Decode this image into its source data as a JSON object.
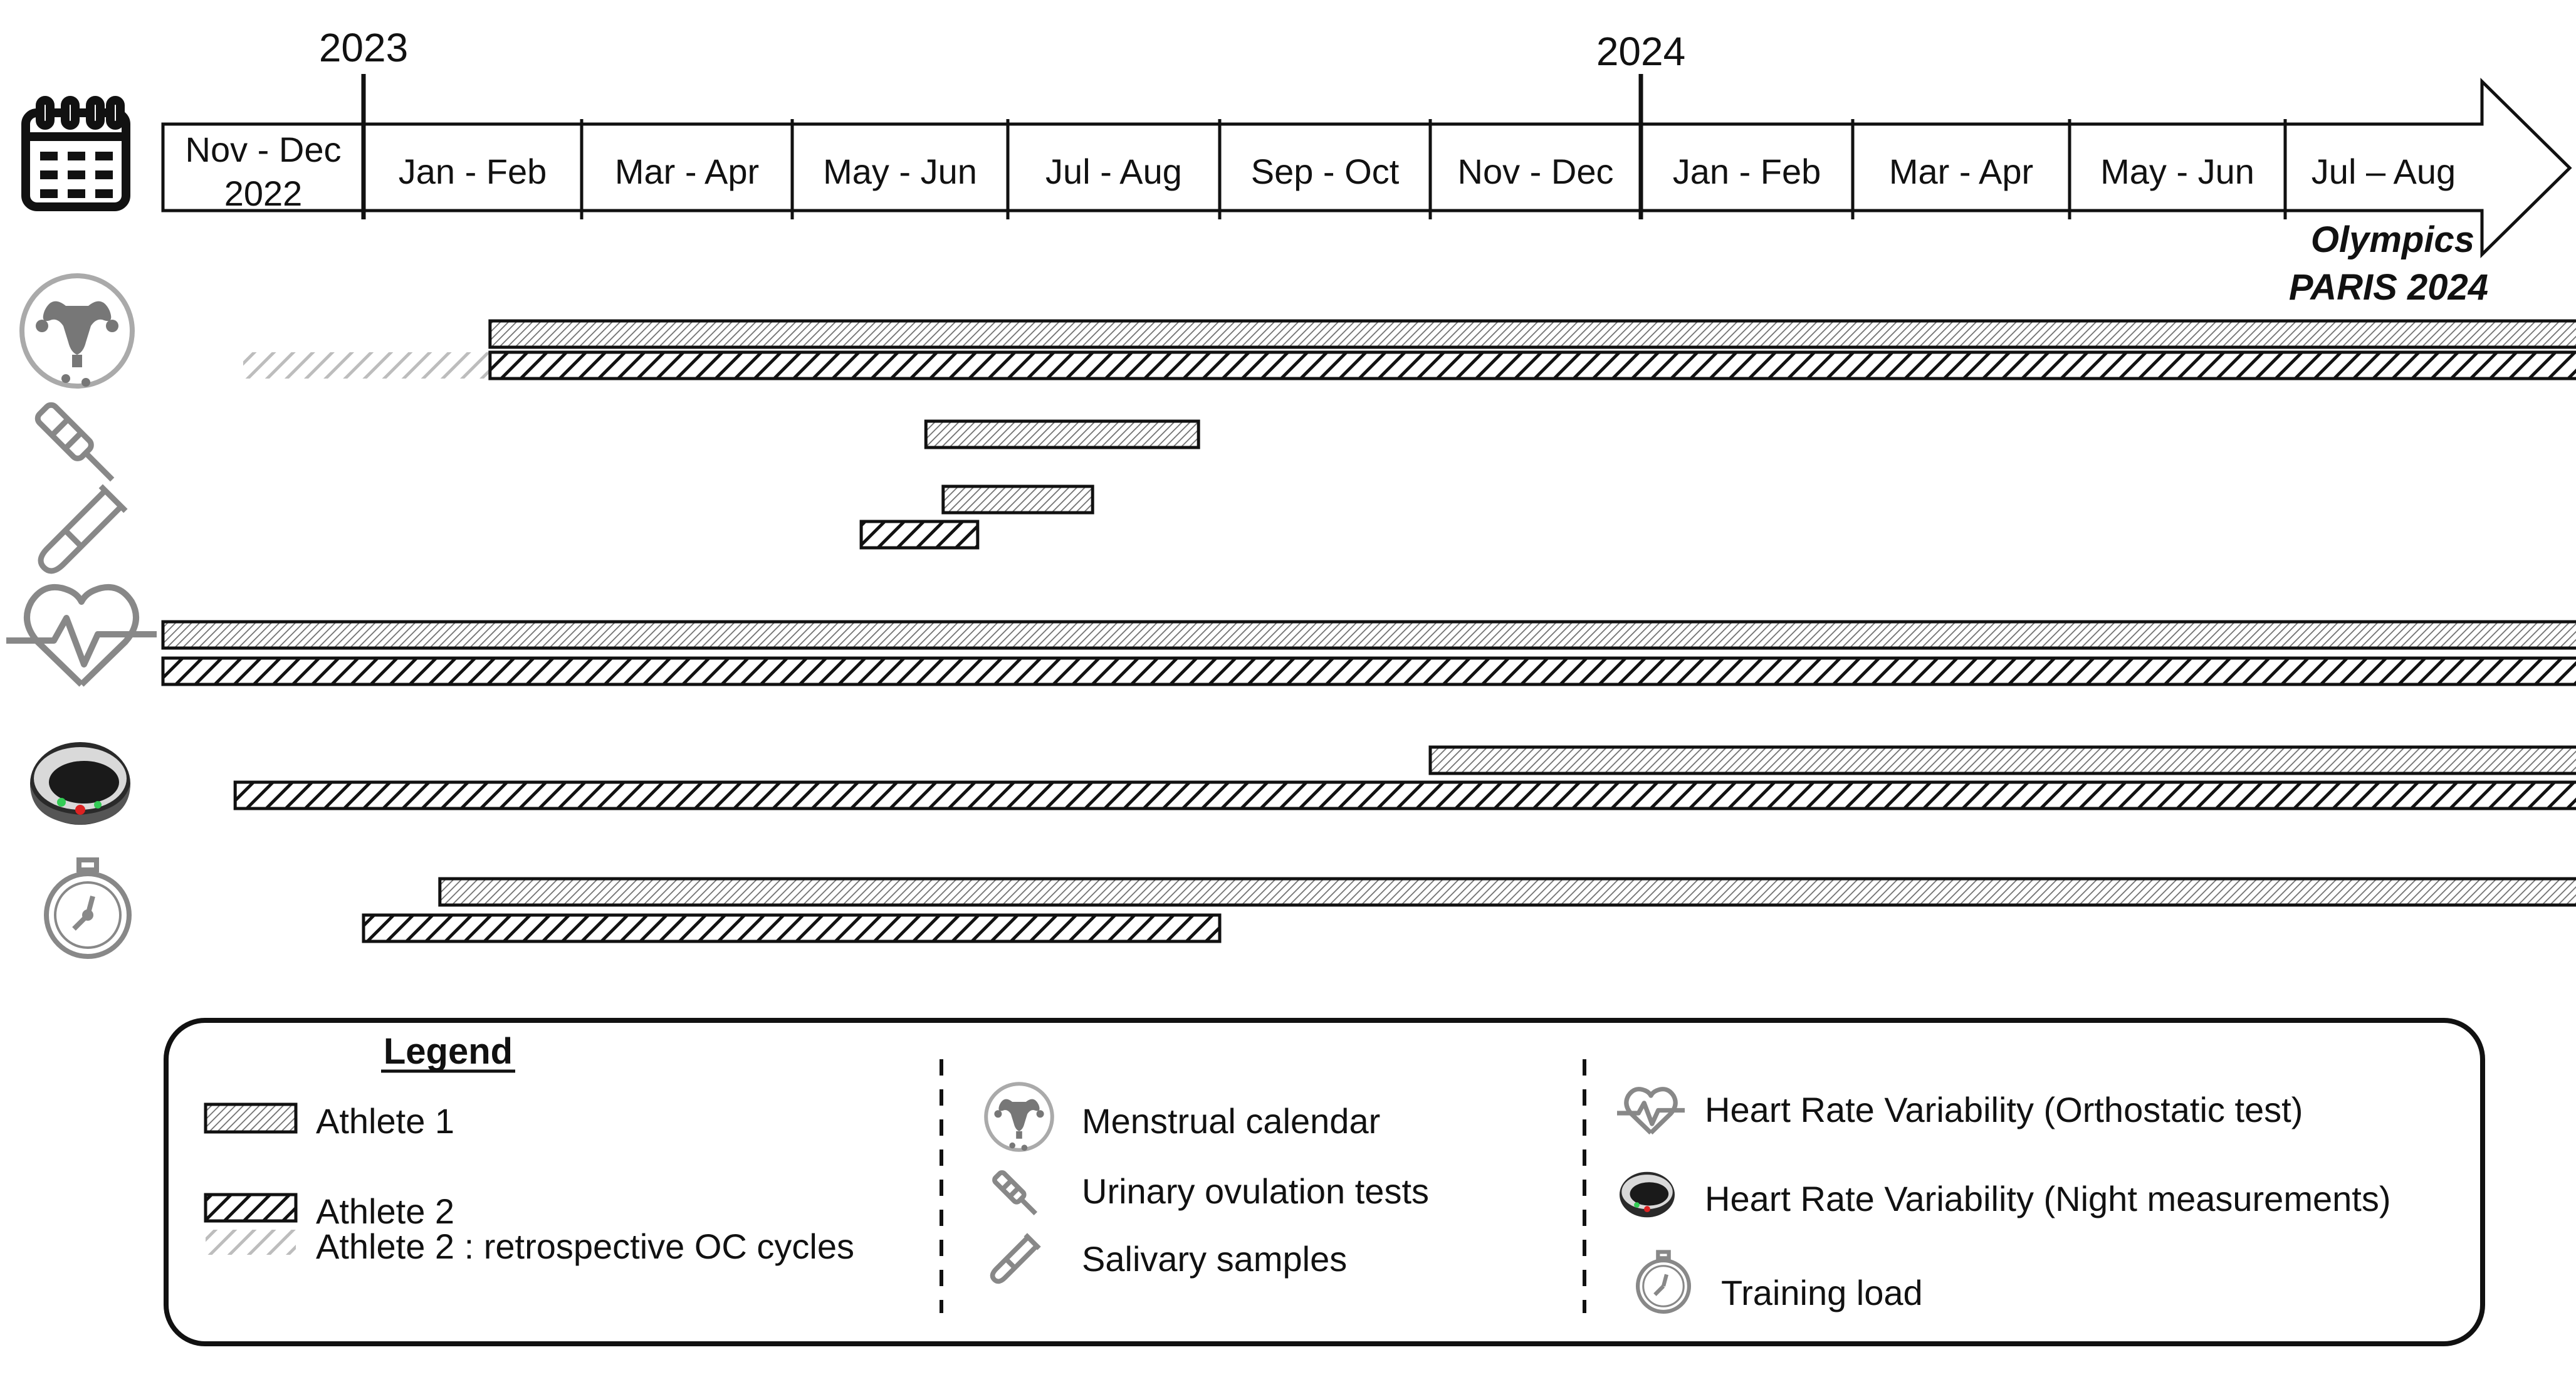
{
  "timeline": {
    "years": [
      "2023",
      "2024"
    ],
    "periods": [
      "Nov - Dec\n2022",
      "Jan - Feb",
      "Mar - Apr",
      "May - Jun",
      "Jul - Aug",
      "Sep - Oct",
      "Nov - Dec",
      "Jan - Feb",
      "Mar - Apr",
      "May - Jun",
      "Jul – Aug"
    ],
    "event": "Olympics\nPARIS 2024"
  },
  "rows": [
    {
      "icon": "uterus-icon",
      "bars": [
        {
          "athlete": "Athlete 1",
          "start": 1.58,
          "end": 11.8
        },
        {
          "athlete": "Athlete 2 : retrospective OC cycles",
          "start": 0.4,
          "end": 1.58
        },
        {
          "athlete": "Athlete 2",
          "start": 1.58,
          "end": 11.8
        }
      ]
    },
    {
      "icon": "ovulation-test-icon",
      "bars": [
        {
          "athlete": "Athlete 1",
          "start": 3.62,
          "end": 4.9
        }
      ]
    },
    {
      "icon": "saliva-tube-icon",
      "bars": [
        {
          "athlete": "Athlete 1",
          "start": 3.7,
          "end": 4.4
        },
        {
          "athlete": "Athlete 2",
          "start": 3.32,
          "end": 3.86
        }
      ]
    },
    {
      "icon": "heart-rate-icon",
      "bars": [
        {
          "athlete": "Athlete 1",
          "start": 0,
          "end": 11.75
        },
        {
          "athlete": "Athlete 2",
          "start": 0,
          "end": 11.75
        }
      ]
    },
    {
      "icon": "ring-icon",
      "bars": [
        {
          "athlete": "Athlete 1",
          "start": 6.0,
          "end": 11.75
        },
        {
          "athlete": "Athlete 2",
          "start": 0.36,
          "end": 11.75
        }
      ]
    },
    {
      "icon": "stopwatch-icon",
      "bars": [
        {
          "athlete": "Athlete 1",
          "start": 1.35,
          "end": 11.75
        },
        {
          "athlete": "Athlete 2",
          "start": 1.0,
          "end": 5.0
        }
      ]
    }
  ],
  "legend": {
    "title": "Legend",
    "athletes": [
      "Athlete 1",
      "Athlete 2",
      "Athlete 2 : retrospective OC cycles"
    ],
    "measures_left": [
      {
        "icon": "uterus-icon",
        "label": "Menstrual calendar"
      },
      {
        "icon": "ovulation-test-icon",
        "label": "Urinary ovulation tests"
      },
      {
        "icon": "saliva-tube-icon",
        "label": "Salivary samples"
      }
    ],
    "measures_right": [
      {
        "icon": "heart-rate-icon",
        "label": "Heart Rate Variability (Orthostatic test)"
      },
      {
        "icon": "ring-icon",
        "label": "Heart Rate Variability (Night measurements)"
      },
      {
        "icon": "stopwatch-icon",
        "label": "Training load"
      }
    ]
  },
  "colors": {
    "athlete1": "#7a7a7a",
    "athlete2": "#111111",
    "retrospective": "#b8b8b8",
    "icon": "#9a9a9a"
  }
}
